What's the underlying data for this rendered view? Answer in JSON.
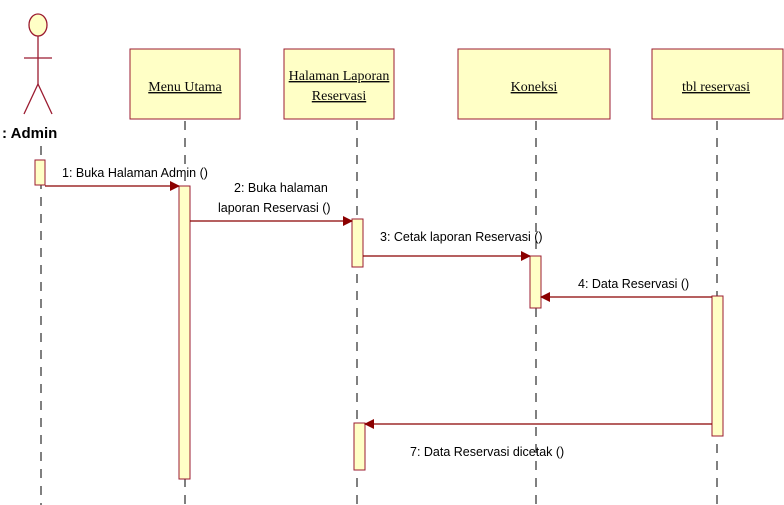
{
  "diagram": {
    "colors": {
      "box_fill": "#FFFFC6",
      "box_stroke": "#9B1B30",
      "activation_fill": "#FFFFC6",
      "activation_stroke": "#9B1B30",
      "message_line": "#8B0000",
      "lifeline": "#000000",
      "actor": "#9B1B30"
    },
    "actor": {
      "label": ": Admin"
    },
    "objects": [
      {
        "id": "menu",
        "lines": [
          "Menu Utama"
        ]
      },
      {
        "id": "halaman",
        "lines": [
          "Halaman Laporan",
          "Reservasi"
        ]
      },
      {
        "id": "koneksi",
        "lines": [
          "Koneksi"
        ]
      },
      {
        "id": "tbl",
        "lines": [
          "tbl reservasi"
        ]
      }
    ],
    "messages": [
      {
        "id": "m1",
        "from": "admin",
        "to": "menu",
        "lines": [
          "1: Buka Halaman Admin ()"
        ]
      },
      {
        "id": "m2",
        "from": "menu",
        "to": "halaman",
        "lines": [
          "2: Buka halaman",
          "laporan Reservasi ()"
        ]
      },
      {
        "id": "m3",
        "from": "halaman",
        "to": "koneksi",
        "lines": [
          "3: Cetak laporan Reservasi ()"
        ]
      },
      {
        "id": "m4",
        "from": "tbl",
        "to": "koneksi",
        "lines": [
          "4: Data Reservasi ()"
        ]
      },
      {
        "id": "m7",
        "from": "tbl",
        "to": "halaman",
        "lines": [
          "7: Data Reservasi dicetak ()"
        ]
      }
    ]
  }
}
